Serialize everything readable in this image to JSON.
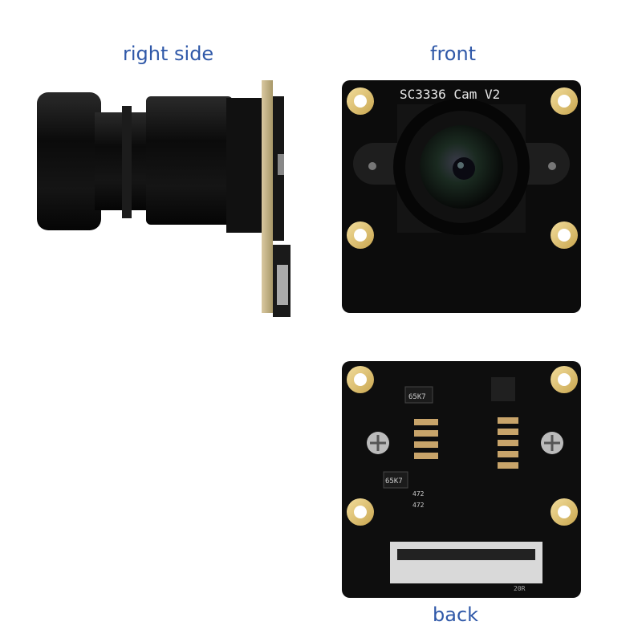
{
  "captions": {
    "right_side": "right side",
    "front": "front",
    "back": "back"
  },
  "board": {
    "silkscreen_label": "SC3336 Cam V2",
    "ic_mark_1": "65K7",
    "ic_mark_2": "65K7",
    "res_mark_1": "472",
    "res_mark_2": "472",
    "connector_mark": "20R"
  }
}
